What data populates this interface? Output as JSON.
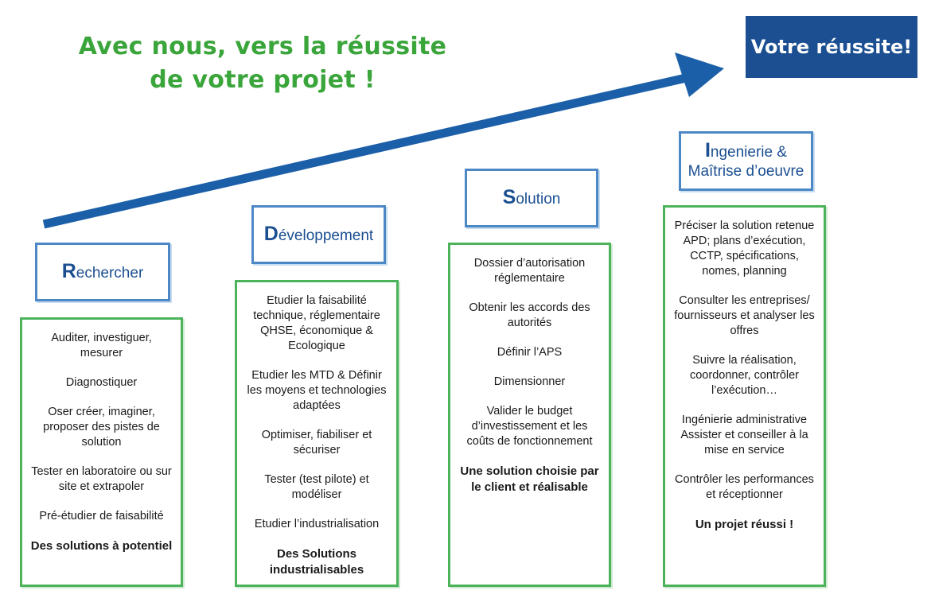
{
  "headline": {
    "line1": "Avec nous, vers la réussite",
    "line2": "de votre projet !"
  },
  "goal_label": "Votre réussite!",
  "colors": {
    "headline_green": "#3aa53a",
    "brand_blue": "#1b4f91",
    "arrow_blue": "#1b5fa8",
    "title_border": "#4d88c6",
    "content_border": "#4cb35a"
  },
  "stages": [
    {
      "initial": "R",
      "rest": "echercher",
      "items": [
        "Auditer, investiguer, mesurer",
        "Diagnostiquer",
        "Oser créer, imaginer, proposer des pistes de solution",
        "Tester en laboratoire ou sur site et extrapoler",
        "Pré-étudier de faisabilité"
      ],
      "result": "Des solutions à potentiel"
    },
    {
      "initial": "D",
      "rest": "éveloppement",
      "items": [
        "Etudier la faisabilité technique, réglementaire QHSE, économique & Ecologique",
        "Etudier les MTD & Définir les moyens et technologies adaptées",
        "Optimiser, fiabiliser et sécuriser",
        "Tester (test pilote) et modéliser",
        "Etudier l’industrialisation"
      ],
      "result": "Des Solutions industrialisables"
    },
    {
      "initial": "S",
      "rest": "olution",
      "items": [
        "Dossier d’autorisation réglementaire",
        "Obtenir les accords des autorités",
        "Définir l’APS",
        "Dimensionner",
        "Valider le budget d’investissement et les coûts de fonctionnement"
      ],
      "result": "Une solution choisie par le client et réalisable"
    },
    {
      "initial": "I",
      "rest": "ngenierie &",
      "line2": "Maîtrise d’oeuvre",
      "items": [
        "Préciser la solution retenue APD; plans d’exécution, CCTP, spécifications, nomes, planning",
        "Consulter les entreprises/ fournisseurs et analyser les offres",
        "Suivre la réalisation, coordonner, contrôler l’exécution…",
        "Ingénierie administrative Assister et conseiller à la mise en service",
        "Contrôler les performances et réceptionner"
      ],
      "result": "Un projet réussi !"
    }
  ]
}
